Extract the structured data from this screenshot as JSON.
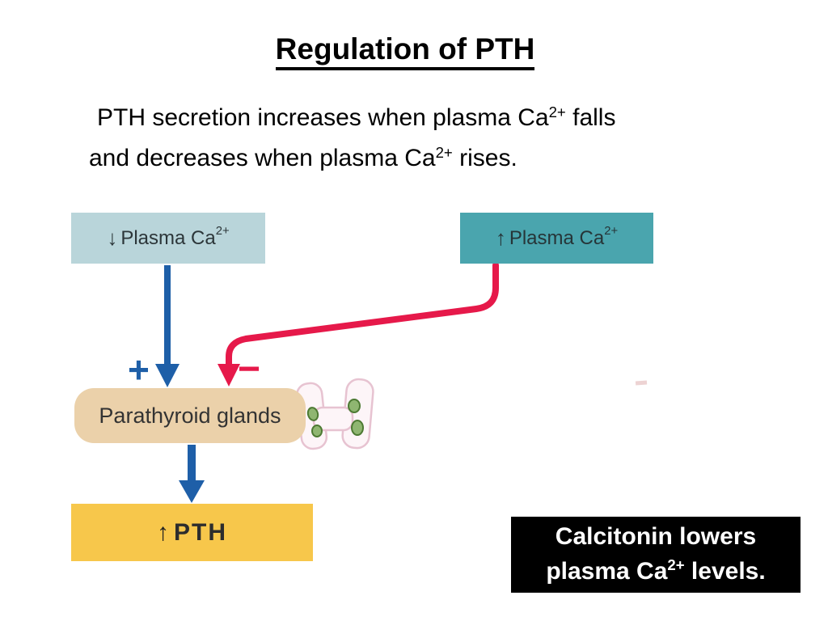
{
  "slide": {
    "title": "Regulation of PTH",
    "body": {
      "line1_pre": "PTH secretion increases when plasma Ca",
      "line1_sup": "2+",
      "line1_post": " falls",
      "line2_pre": "and decreases when plasma Ca",
      "line2_sup": "2+",
      "line2_post": " rises."
    }
  },
  "diagram": {
    "low_ca_box": {
      "arrow": "↓",
      "label_pre": "Plasma Ca",
      "label_sup": "2+",
      "bg": "#b9d5da"
    },
    "high_ca_box": {
      "arrow": "↑",
      "label_pre": "Plasma Ca",
      "label_sup": "2+",
      "bg": "#4aa5ae"
    },
    "plus_sign": "+",
    "minus_sign": "−",
    "parathyroid_box": {
      "label": "Parathyroid glands",
      "bg": "#ebd1aa"
    },
    "pth_box": {
      "arrow": "↑",
      "label": "PTH",
      "bg": "#f7c74b"
    },
    "colors": {
      "stimulatory_arrow": "#1e5fa8",
      "inhibitory_arrow": "#e6194a",
      "thyroid_fill": "#fdf5f8",
      "thyroid_outline": "#e7c3d1",
      "parathyroid_dot": "#8fb671"
    }
  },
  "callout": {
    "line1": "Calcitonin lowers",
    "line2_pre": "plasma Ca",
    "line2_sup": "2+",
    "line2_post": " levels.",
    "bg": "#000000",
    "text_color": "#ffffff"
  }
}
